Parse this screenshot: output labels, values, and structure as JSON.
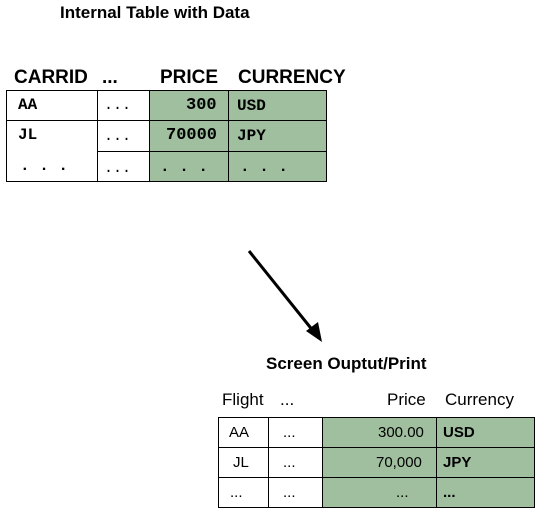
{
  "top": {
    "title": "Internal Table with Data",
    "headers": [
      "CARRID",
      "...",
      "PRICE",
      "CURRENCY"
    ],
    "rows": [
      [
        "AA",
        "...",
        "300",
        "USD"
      ],
      [
        "JL",
        "...",
        "70000",
        "JPY"
      ],
      [
        ". . .",
        "...",
        ". . .",
        ". . ."
      ]
    ]
  },
  "bottom": {
    "title": "Screen Ouptut/Print",
    "headers": [
      "Flight",
      "...",
      "Price",
      "Currency"
    ],
    "rows": [
      [
        "AA",
        "...",
        "300.00",
        "USD"
      ],
      [
        "JL",
        "...",
        "70,000",
        "JPY"
      ],
      [
        "...",
        "...",
        "...",
        "..."
      ]
    ]
  },
  "colors": {
    "highlight": "#9fbf9f",
    "border": "#000000"
  }
}
